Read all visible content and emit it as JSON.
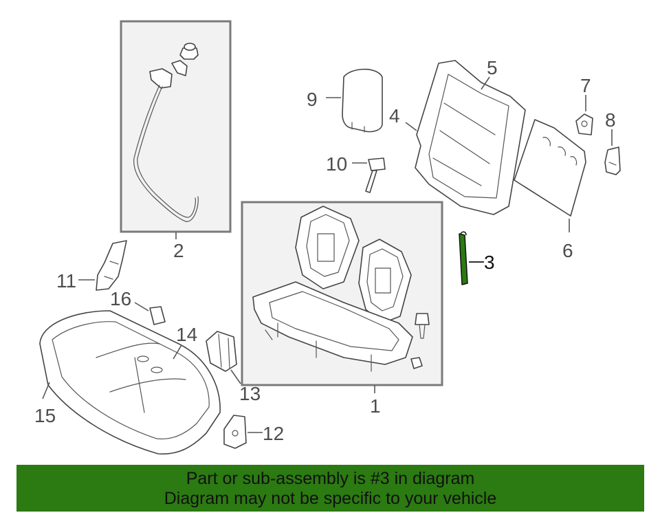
{
  "diagram": {
    "callouts": [
      "1",
      "2",
      "3",
      "4",
      "5",
      "6",
      "7",
      "8",
      "9",
      "10",
      "11",
      "12",
      "13",
      "14",
      "15",
      "16"
    ],
    "highlighted_part": "3",
    "highlight_color": "#2c7a12"
  },
  "banner": {
    "line1": "Part or sub-assembly is #3 in diagram",
    "line2": "Diagram may not be specific to your vehicle",
    "background": "#2c7a12"
  }
}
